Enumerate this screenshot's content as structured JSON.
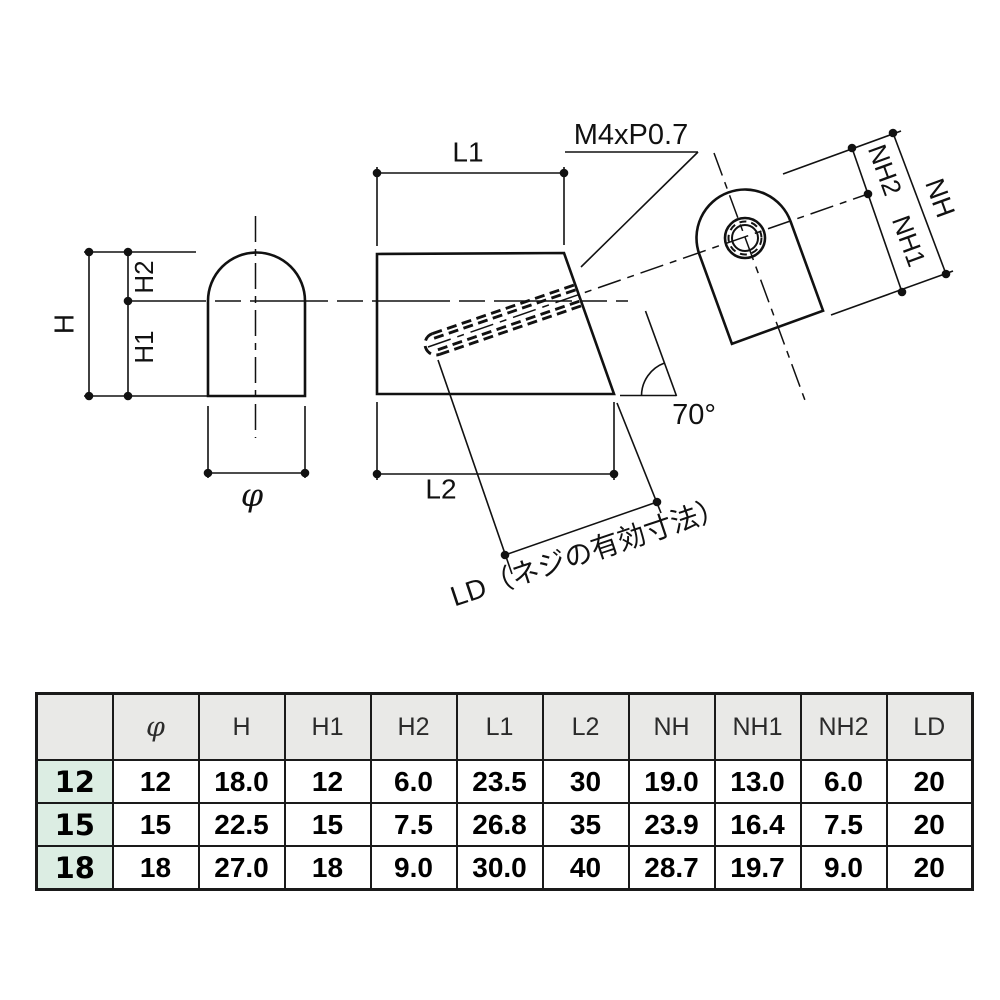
{
  "drawing": {
    "labels": {
      "thread_spec": "M4xP0.7",
      "angle": "70°",
      "h": "H",
      "h1": "H1",
      "h2": "H2",
      "phi": "φ",
      "l1": "L1",
      "l2": "L2",
      "ld_note": "LD（ネジの有効寸法）",
      "nh": "NH",
      "nh1": "NH1",
      "nh2": "NH2"
    },
    "line_color": "#111111"
  },
  "table": {
    "headers": [
      "",
      "φ",
      "H",
      "H1",
      "H2",
      "L1",
      "L2",
      "NH",
      "NH1",
      "NH2",
      "LD"
    ],
    "rows": [
      {
        "label": "12",
        "values": [
          "12",
          "18.0",
          "12",
          "6.0",
          "23.5",
          "30",
          "19.0",
          "13.0",
          "6.0",
          "20"
        ]
      },
      {
        "label": "15",
        "values": [
          "15",
          "22.5",
          "15",
          "7.5",
          "26.8",
          "35",
          "23.9",
          "16.4",
          "7.5",
          "20"
        ]
      },
      {
        "label": "18",
        "values": [
          "18",
          "27.0",
          "18",
          "9.0",
          "30.0",
          "40",
          "28.7",
          "19.7",
          "9.0",
          "20"
        ]
      }
    ],
    "colors": {
      "header_bg": "#e9e9e7",
      "row_label_bg": "#dcede3",
      "border": "#1a1a1a",
      "background": "#ffffff"
    }
  }
}
